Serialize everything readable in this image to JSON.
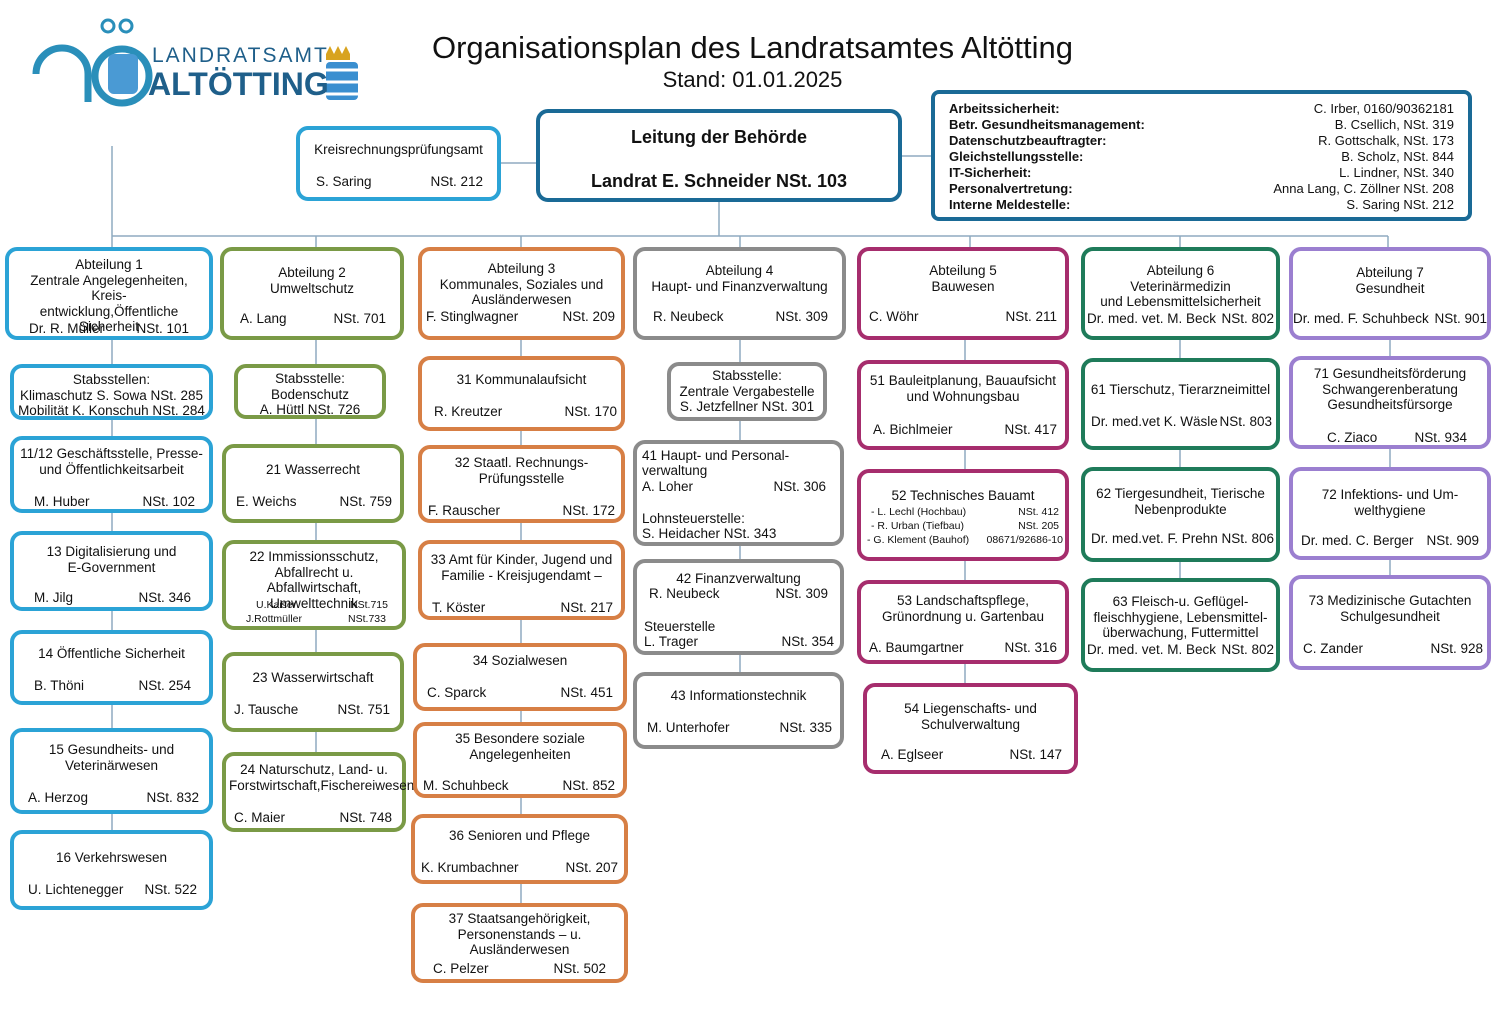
{
  "header": {
    "logo_line1": "LANDRATSAMT",
    "logo_line2": "ALTÖTTING",
    "title": "Organisationsplan des Landratsamtes Altötting",
    "stand": "Stand: 01.01.2025"
  },
  "leitung": {
    "title": "Leitung der Behörde",
    "name": "Landrat E. Schneider NSt. 103"
  },
  "krp": {
    "title": "Kreisrechnungsprüfungsamt",
    "name": "S. Saring",
    "nst": "NSt. 212"
  },
  "info": [
    {
      "label": "Arbeitssicherheit:",
      "value": "C. Irber, 0160/90362181"
    },
    {
      "label": "Betr. Gesundheitsmanagement:",
      "value": "B. Csellich, NSt. 319"
    },
    {
      "label": "Datenschutzbeauftragter:",
      "value": "R. Gottschalk, NSt. 173"
    },
    {
      "label": "Gleichstellungsstelle:",
      "value": "B. Scholz, NSt. 844"
    },
    {
      "label": "IT-Sicherheit:",
      "value": "L. Lindner, NSt. 340"
    },
    {
      "label": "Personalvertretung:",
      "value": "Anna Lang, C. Zöllner NSt. 208"
    },
    {
      "label": "Interne Meldestelle:",
      "value": "S. Saring NSt. 212"
    }
  ],
  "colors": {
    "abt1": "#2ba3d6",
    "abt2": "#7a9a46",
    "abt3": "#d77f45",
    "abt4": "#8b8b8b",
    "abt5": "#a62d6d",
    "abt6": "#1f7b5a",
    "abt7": "#9b7fd0",
    "leitung": "#1a6a96"
  },
  "boxes": {
    "a1": {
      "head": "Abteilung 1\nZentrale Angelegenheiten, Kreis-\nentwicklung,Öffentliche Sicherheit",
      "name": "Dr. R. Müller",
      "nst": "NSt. 101"
    },
    "s1": {
      "head": "Stabsstellen:\nKlimaschutz S. Sowa NSt. 285\nMobilität K. Konschuh NSt. 284"
    },
    "d1112": {
      "head": "11/12  Geschäftsstelle, Presse-\nund  Öffentlichkeitsarbeit",
      "name": "M. Huber",
      "nst": "NSt. 102"
    },
    "d13": {
      "head": "13    Digitalisierung und\nE-Government",
      "name": "M. Jilg",
      "nst": "NSt. 346"
    },
    "d14": {
      "head": "14      Öffentliche Sicherheit",
      "name": "B. Thöni",
      "nst": "NSt. 254"
    },
    "d15": {
      "head": "15      Gesundheits- und\nVeterinärwesen",
      "name": "A. Herzog",
      "nst": "NSt. 832"
    },
    "d16": {
      "head": "16      Verkehrswesen",
      "name": "U. Lichtenegger",
      "nst": "NSt. 522"
    },
    "a2": {
      "head": "Abteilung 2\nUmweltschutz",
      "name": "A. Lang",
      "nst": "NSt. 701"
    },
    "s2": {
      "head": "Stabsstelle:\nBodenschutz\nA. Hüttl NSt. 726"
    },
    "d21": {
      "head": "21      Wasserrecht",
      "name": "E. Weichs",
      "nst": "NSt. 759"
    },
    "d22": {
      "head": "22     Immissionsschutz,\nAbfallrecht u. Abfallwirtschaft,\nUmwelttechnik",
      "n1": "U.Kaiser",
      "x1": "NSt.715",
      "n2": "J.Rottmüller",
      "x2": "NSt.733"
    },
    "d23": {
      "head": "23      Wasserwirtschaft",
      "name": "J. Tausche",
      "nst": "NSt. 751"
    },
    "d24": {
      "head": "24 Naturschutz, Land- u.\nForstwirtschaft,Fischereiwesen",
      "name": "C. Maier",
      "nst": "NSt. 748"
    },
    "a3": {
      "head": "Abteilung 3\nKommunales, Soziales und\nAusländerwesen",
      "name": "F. Stinglwagner",
      "nst": "NSt. 209"
    },
    "d31": {
      "head": "31         Kommunalaufsicht",
      "name": "R. Kreutzer",
      "nst": "NSt. 170"
    },
    "d32": {
      "head": "32       Staatl. Rechnungs-\nPrüfungsstelle",
      "name": "F. Rauscher",
      "nst": "NSt. 172"
    },
    "d33": {
      "head": "33 Amt für Kinder, Jugend und\nFamilie - Kreisjugendamt –",
      "name": "T. Köster",
      "nst": "NSt. 217"
    },
    "d34": {
      "head": "34          Sozialwesen",
      "name": "C. Sparck",
      "nst": "NSt. 451"
    },
    "d35": {
      "head": "35      Besondere soziale\nAngelegenheiten",
      "name": "M. Schuhbeck",
      "nst": "NSt. 852"
    },
    "d36": {
      "head": "36      Senioren und Pflege",
      "name": "K. Krumbachner",
      "nst": "NSt. 207"
    },
    "d37": {
      "head": "37      Staatsangehörigkeit,\nPersonenstands – u.\nAusländerwesen",
      "name": "C. Pelzer",
      "nst": "NSt. 502"
    },
    "a4": {
      "head": "Abteilung 4\nHaupt- und Finanzverwaltung",
      "name": "R. Neubeck",
      "nst": "NSt. 309"
    },
    "s4": {
      "head": "Stabsstelle:\nZentrale Vergabestelle\nS. Jetzfellner   NSt. 301"
    },
    "d41": {
      "l1": "41      Haupt- und Personal-",
      "l2": "verwaltung",
      "name": "A. Loher",
      "nst": "NSt. 306",
      "l4": "Lohnsteuerstelle:",
      "l5": "S. Heidacher NSt. 343"
    },
    "d42": {
      "head": "42       Finanzverwaltung",
      "name": "R. Neubeck",
      "nst": "NSt. 309",
      "l3": "Steuerstelle",
      "name2": "L. Trager",
      "nst2": "NSt. 354"
    },
    "d43": {
      "head": "43      Informationstechnik",
      "name": "M. Unterhofer",
      "nst": "NSt. 335"
    },
    "a5": {
      "head": "Abteilung 5\nBauwesen",
      "name": "C. Wöhr",
      "nst": "NSt. 211"
    },
    "d51": {
      "head": "51 Bauleitplanung, Bauaufsicht\nund Wohnungsbau",
      "name": "A. Bichlmeier",
      "nst": "NSt. 417"
    },
    "d52": {
      "head": "52     Technisches Bauamt",
      "n1": "- L. Lechl (Hochbau)",
      "x1": "NSt. 412",
      "n2": "- R. Urban (Tiefbau)",
      "x2": "NSt. 205",
      "n3": "- G. Klement (Bauhof)",
      "x3": "08671/92686-10"
    },
    "d53": {
      "head": "53      Landschaftspflege,\nGrünordnung u. Gartenbau",
      "name": "A. Baumgartner",
      "nst": "NSt. 316"
    },
    "d54": {
      "head": "54      Liegenschafts- und\nSchulverwaltung",
      "name": "A. Eglseer",
      "nst": "NSt. 147"
    },
    "a6": {
      "head": "Abteilung 6\nVeterinärmedizin\nund Lebensmittelsicherheit",
      "name": "Dr. med. vet. M. Beck",
      "nst": "NSt. 802"
    },
    "d61": {
      "head": "61 Tierschutz, Tierarzneimittel",
      "name": "Dr. med.vet K. Wäsle",
      "nst": "NSt. 803"
    },
    "d62": {
      "head": "62 Tiergesundheit, Tierische\nNebenprodukte",
      "name": "Dr. med.vet. F. Prehn",
      "nst": "NSt. 806"
    },
    "d63": {
      "head": "63      Fleisch-u. Geflügel-\nfleischhygiene, Lebensmittel-\nüberwachung, Futtermittel",
      "name": "Dr. med. vet. M. Beck",
      "nst": "NSt. 802"
    },
    "a7": {
      "head": "Abteilung 7\nGesundheit",
      "name": "Dr. med. F. Schuhbeck",
      "nst": "NSt. 901"
    },
    "d71": {
      "head": "71   Gesundheitsförderung\nSchwangerenberatung\nGesundheitsfürsorge",
      "name": "C. Ziaco",
      "nst": "NSt. 934"
    },
    "d72": {
      "head": "72      Infektions- und Um-\nwelthygiene",
      "name": "Dr. med. C. Berger",
      "nst": "NSt. 909"
    },
    "d73": {
      "head": "73 Medizinische Gutachten\nSchulgesundheit",
      "name": "C.  Zander",
      "nst": "NSt. 928"
    }
  }
}
